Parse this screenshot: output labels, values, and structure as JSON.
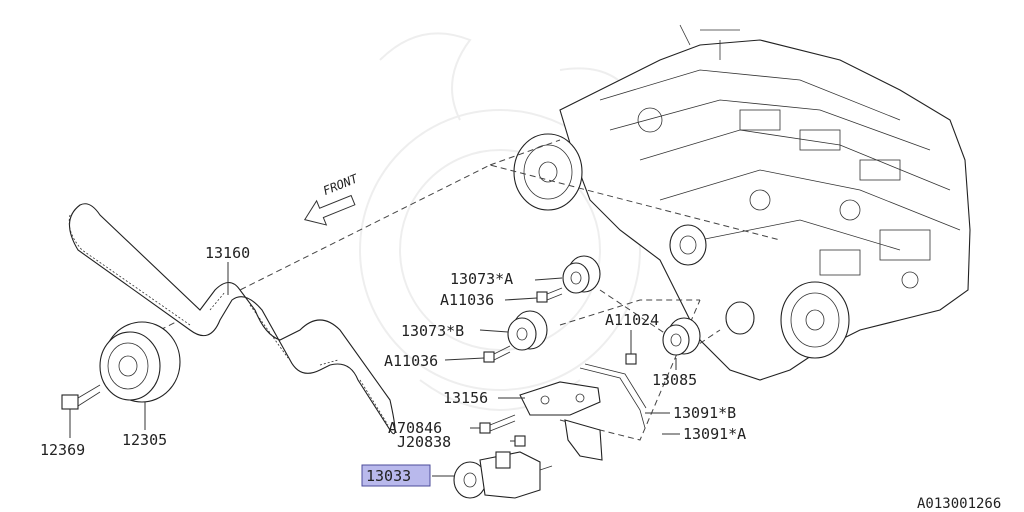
{
  "watermark_id": "A013001266",
  "direction_label": "FRONT",
  "highlight_color": "#b9b9ec",
  "labels": {
    "belt": "13160",
    "idler_a": "13073*A",
    "bolt_a": "A11036",
    "idler_b": "13073*B",
    "bolt_b": "A11036",
    "bolt_c": "A11024",
    "idler_c": "13085",
    "bracket": "13156",
    "bolt_d": "A70846",
    "bolt_e": "J20838",
    "tensioner": "13033",
    "cover_b": "13091*B",
    "cover_a": "13091*A",
    "pulley": "12305",
    "crank_bolt": "12369"
  }
}
